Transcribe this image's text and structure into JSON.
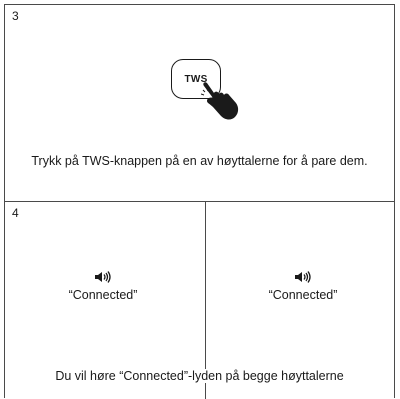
{
  "step3": {
    "number": "3",
    "button_label": "TWS",
    "caption": "Trykk på TWS-knappen på en av høyttalerne for å pare dem."
  },
  "step4": {
    "number": "4",
    "left_label": "“Connected”",
    "right_label": "“Connected”",
    "caption": "Du vil høre “Connected”-lyden på begge høyttalerne"
  },
  "icons": {
    "press": "hand-pointer-icon",
    "sound": "speaker-sound-icon"
  }
}
